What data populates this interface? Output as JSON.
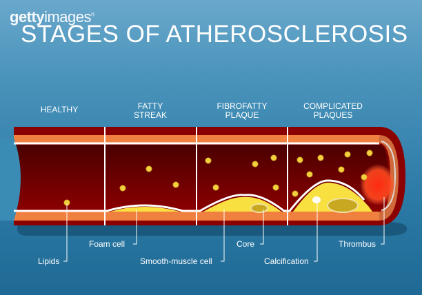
{
  "watermark": {
    "bold": "getty",
    "regular": "images",
    "mark": "®"
  },
  "title": "STAGES OF ATHEROSCLEROSIS",
  "stages": [
    {
      "line1": "HEALTHY",
      "line2": ""
    },
    {
      "line1": "FATTY",
      "line2": "STREAK"
    },
    {
      "line1": "FIBROFATTY",
      "line2": "PLAQUE"
    },
    {
      "line1": "COMPLICATED",
      "line2": "PLAQUES"
    }
  ],
  "labels": {
    "lipids": "Lipids",
    "foam_cell": "Foam cell",
    "smooth_muscle_cell": "Smooth-muscle cell",
    "core": "Core",
    "calcification": "Calcification",
    "thrombus": "Thrombus"
  },
  "colors": {
    "background_top": "#6aa8cc",
    "background_bottom": "#1f6a95",
    "adventitia": "#8b0000",
    "media": "#f08040",
    "intima": "#ffffff",
    "lumen": "#6a0000",
    "lipid": "#f2d040",
    "plaque": "#f8e040",
    "thrombus": "#ff3a10"
  }
}
